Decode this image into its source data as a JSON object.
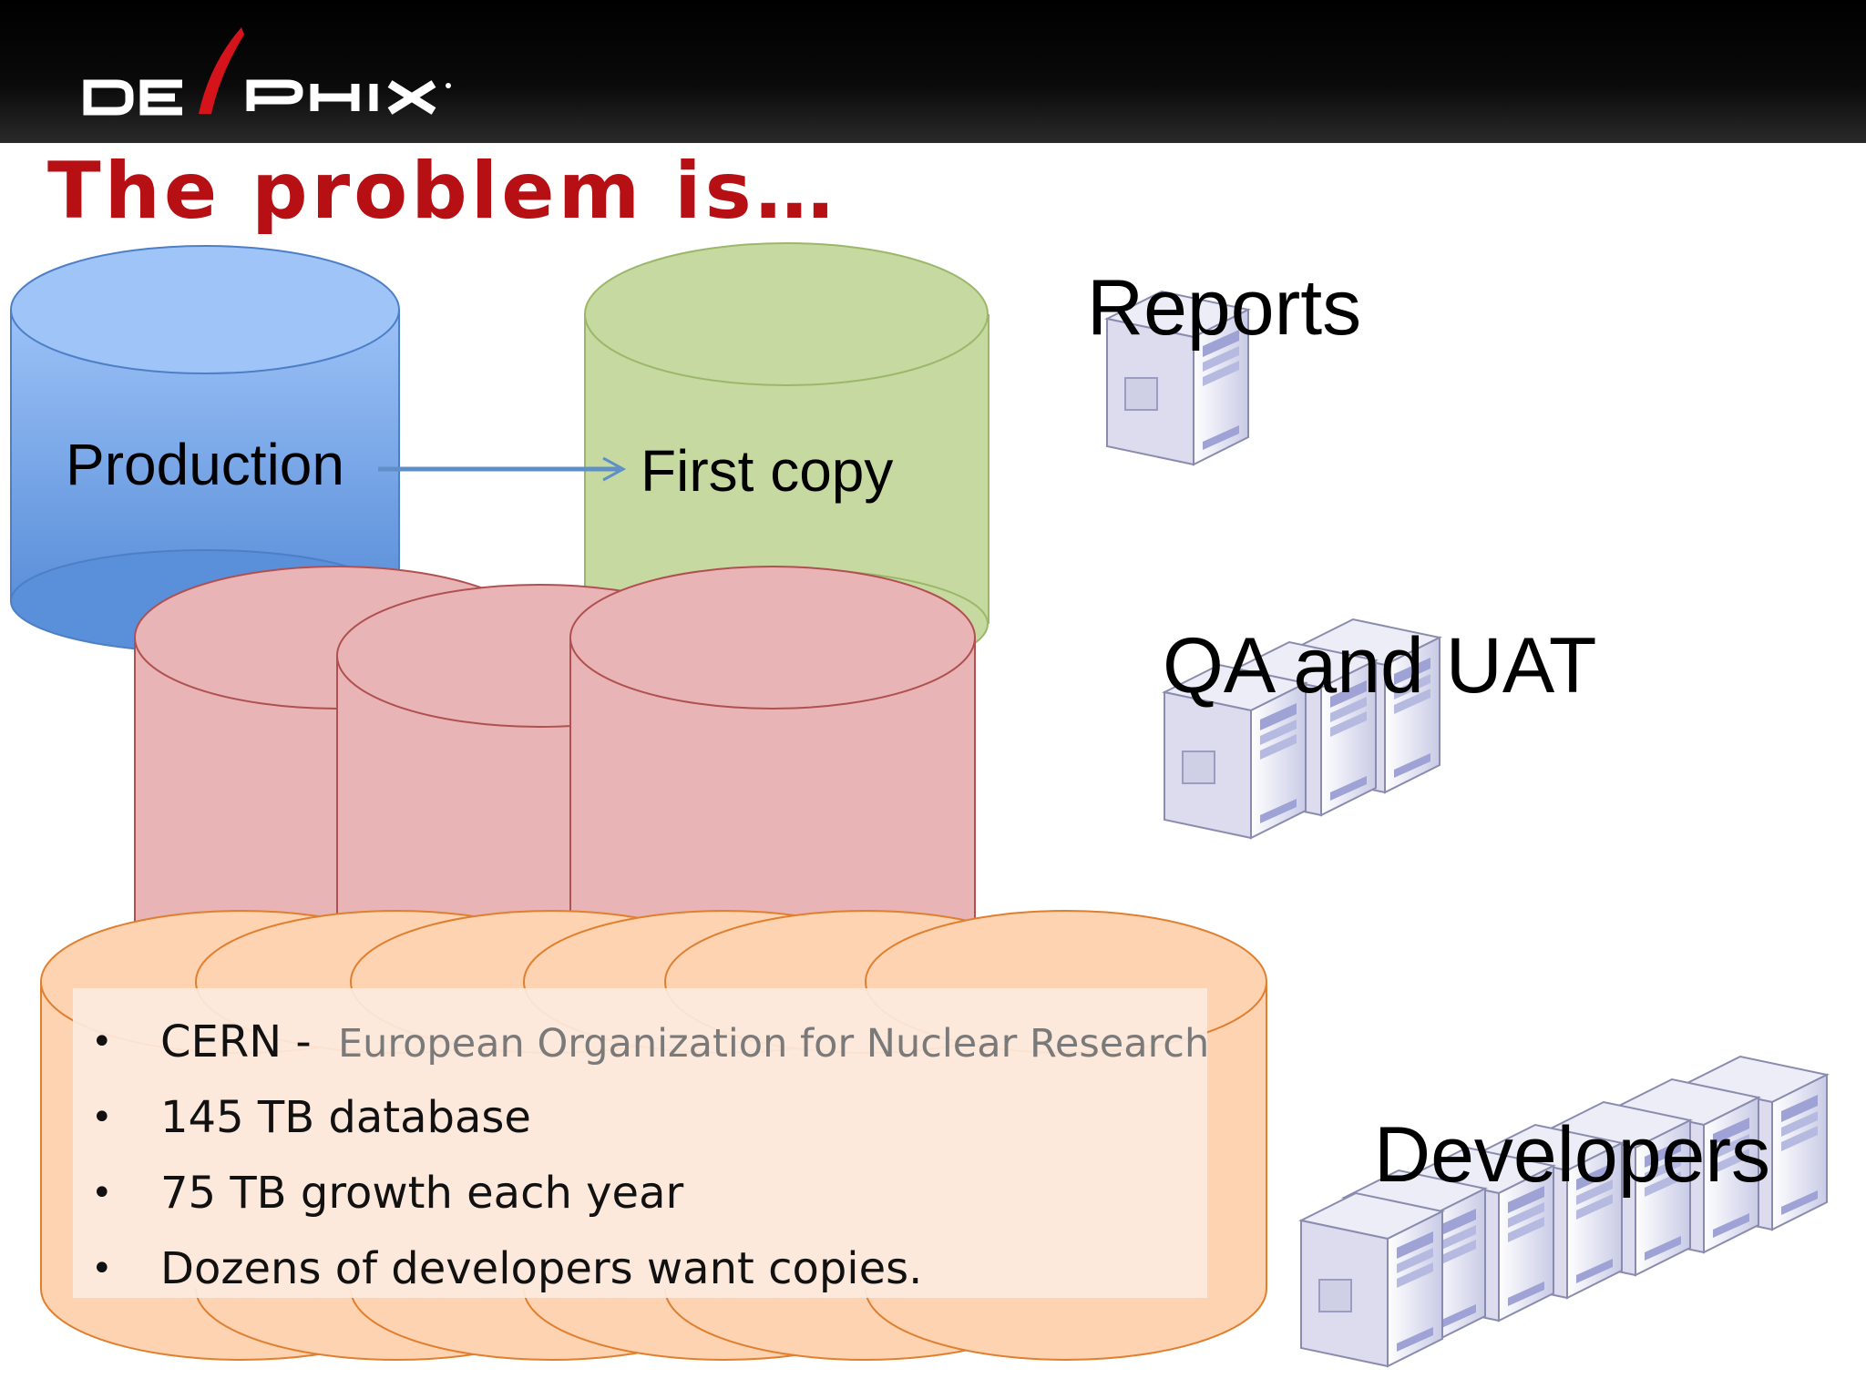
{
  "slide": {
    "title": "The problem is…",
    "logo_text": "DELPHIX"
  },
  "cylinders": {
    "production_label": "Production",
    "first_copy_label": "First copy"
  },
  "servers": {
    "reports_label": "Reports",
    "qa_label": "QA and UAT",
    "developers_label": "Developers"
  },
  "bullets": [
    {
      "text": "CERN -",
      "sub": "European Organization for Nuclear Research"
    },
    {
      "text": "145 TB database"
    },
    {
      "text": "75 TB growth each year"
    },
    {
      "text": "Dozens of developers want copies."
    }
  ],
  "colors": {
    "title_red": "#b60f14",
    "production_blue": "#6f9fe3",
    "first_copy_green": "#c6d9a0",
    "copy_red": "#e8b4b5",
    "dev_orange": "#fdd3b1"
  }
}
